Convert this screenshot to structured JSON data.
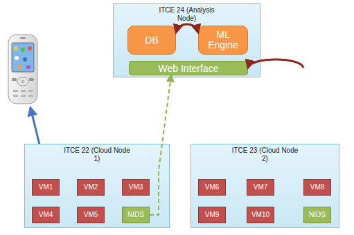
{
  "diagram": {
    "nodes": [
      {
        "text": [
          "ITCE 24 (Analysis Node)"
        ]
      },
      {
        "text": [
          "DB"
        ],
        "in": 0
      },
      {
        "text": [
          "ML Engine"
        ],
        "in": 0
      },
      {
        "text": [
          "Web Interface"
        ],
        "in": 0
      },
      {
        "text": [
          "ITCE 22 (Cloud Node 1)"
        ]
      },
      {
        "text": [
          "VM1"
        ],
        "in": 4
      },
      {
        "text": [
          "VM2"
        ],
        "in": 4
      },
      {
        "text": [
          "VM3"
        ],
        "in": 4
      },
      {
        "text": [
          "VM4"
        ],
        "in": 4
      },
      {
        "text": [
          "VM5"
        ],
        "in": 4
      },
      {
        "text": [
          "NIDS"
        ],
        "in": 4
      },
      {
        "text": [
          "ITCE 23 (Cloud Node 2)"
        ]
      },
      {
        "text": [
          "VM6"
        ],
        "in": 11
      },
      {
        "text": [
          "VM7"
        ],
        "in": 11
      },
      {
        "text": [
          "VM8"
        ],
        "in": 11
      },
      {
        "text": [
          "VM9"
        ],
        "in": 11
      },
      {
        "text": [
          "VM10"
        ],
        "in": 11
      },
      {
        "text": [
          "NIDS"
        ],
        "in": 11
      }
    ],
    "edges": [
      {
        "from": 1,
        "to": 2,
        "arrow": "both"
      },
      {
        "from": 10,
        "to": 3,
        "arrow": "to"
      },
      {
        "from": 17,
        "to": 3,
        "arrow": "to"
      }
    ]
  }
}
